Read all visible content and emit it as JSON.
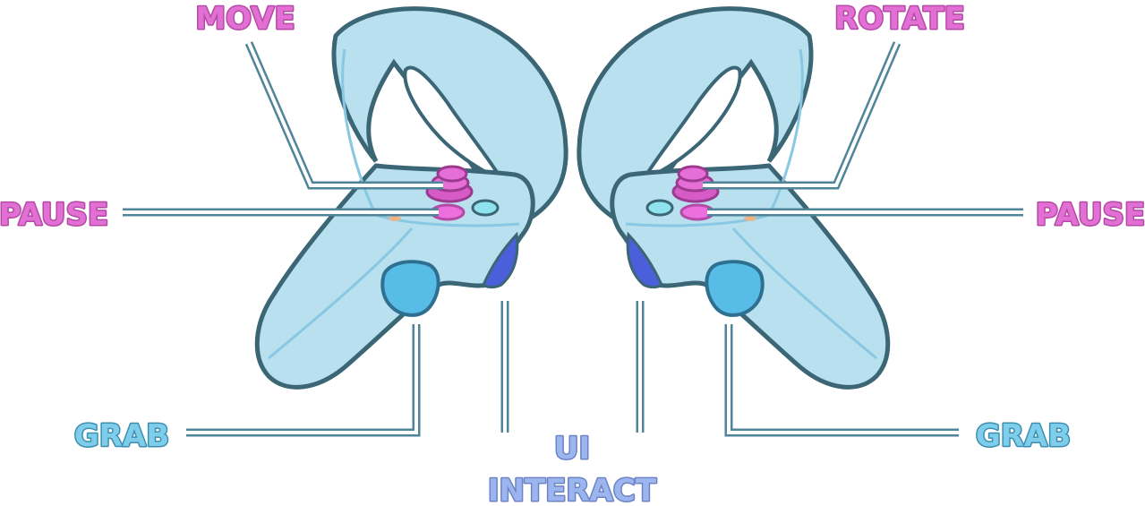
{
  "labels": {
    "move": "MOVE",
    "rotate": "ROTATE",
    "pause_left": "PAUSE",
    "pause_right": "PAUSE",
    "grab_left": "GRAB",
    "grab_right": "GRAB",
    "ui_line1": "UI",
    "ui_line2": "INTERACT"
  },
  "colors": {
    "controller_body": "#b9e0ee",
    "controller_outline": "#3b6675",
    "controller_inner_line": "#88c8e2",
    "thumbstick": "#d65bc7",
    "pause_button": "#ec6fde",
    "face_button": "#8fe3ef",
    "grip_button": "#57bde6",
    "trigger": "#4a5fd9",
    "leader_outer": "#4f8499",
    "leader_inner": "#ffffff",
    "label_pink_fill": "#e26fd3",
    "label_pink_stroke": "#b54aa6",
    "label_blue_fill": "#7ecdea",
    "label_blue_stroke": "#3d8fb0",
    "label_ui_fill": "#9db5ee",
    "label_ui_stroke": "#6b84c4"
  }
}
